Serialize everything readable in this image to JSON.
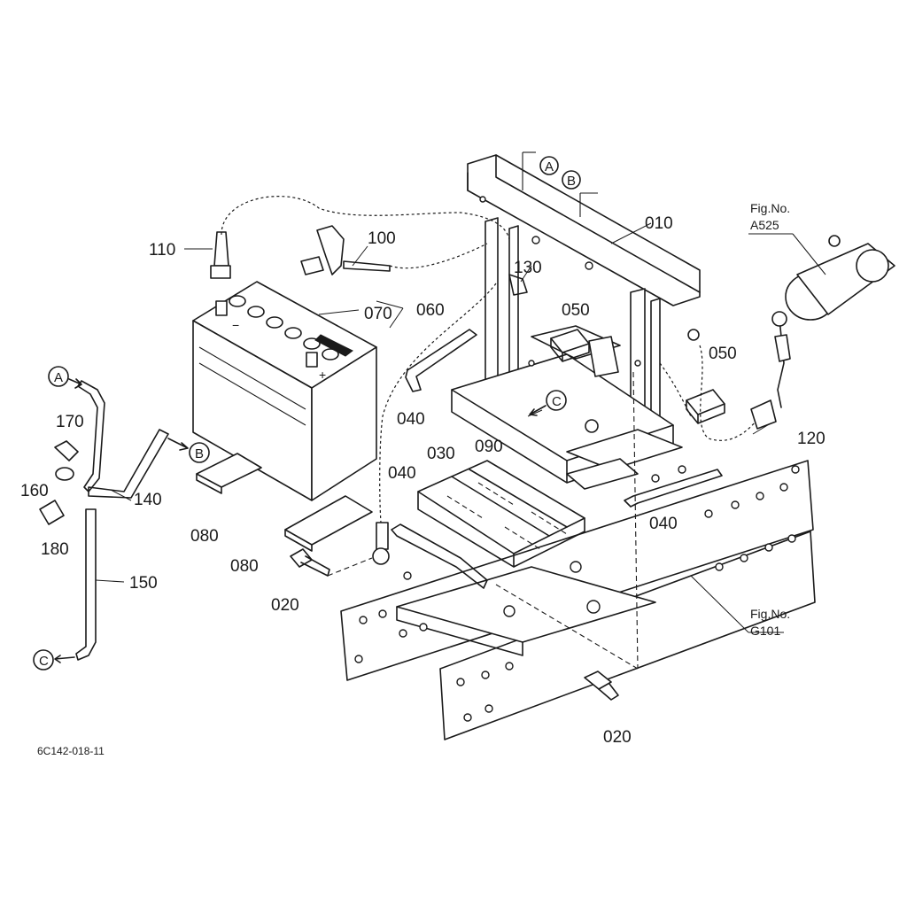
{
  "labels": {
    "p010": "010",
    "p020a": "020",
    "p020b": "020",
    "p030": "030",
    "p040a": "040",
    "p040b": "040",
    "p040c": "040",
    "p050a": "050",
    "p050b": "050",
    "p060": "060",
    "p070": "070",
    "p080a": "080",
    "p080b": "080",
    "p090": "090",
    "p100": "100",
    "p110": "110",
    "p120": "120",
    "p130": "130",
    "p140": "140",
    "p150": "150",
    "p160": "160",
    "p170": "170",
    "p180": "180"
  },
  "callouts": {
    "a1": "A",
    "b1": "B",
    "a2": "A",
    "b2": "B",
    "c1": "C",
    "c2": "C"
  },
  "figure_refs": {
    "a525_title": "Fig.No.",
    "a525_code": "A525",
    "g101_title": "Fig.No.",
    "g101_code": "G101"
  },
  "drawing_code": "6C142-018-11",
  "battery_marks": {
    "minus": "−",
    "plus": "+"
  }
}
